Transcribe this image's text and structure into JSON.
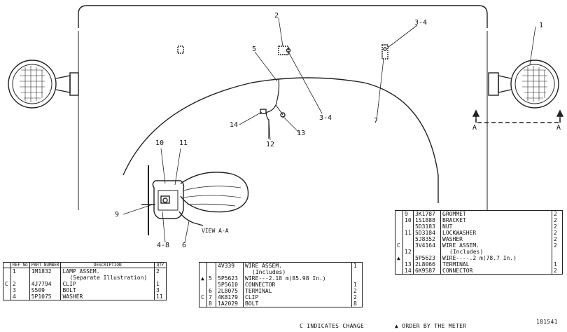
{
  "callouts": {
    "c1": "1",
    "c2": "2",
    "c3_4_top": "3-4",
    "c3_4_mid": "3-4",
    "c5": "5",
    "c7": "7",
    "c14": "14",
    "c13": "13",
    "c12": "12",
    "c10": "10",
    "c11": "11",
    "c9": "9",
    "c4_8": "4-8",
    "c6": "6",
    "view_label": "VIEW A-A",
    "section_a_left": "A",
    "section_a_right": "A"
  },
  "table_left": {
    "headers": {
      "ref": "REF NO",
      "part": "PART NUMBER",
      "desc": "DESCRIPTION",
      "qty": "QTY"
    },
    "rows": [
      {
        "mark": "",
        "ref": "1",
        "part": "1M1832",
        "desc": "LAMP ASSEM.",
        "qty": "2"
      },
      {
        "mark": "",
        "ref": "",
        "part": "",
        "desc": "(Separate Illustration)",
        "qty": ""
      },
      {
        "mark": "C",
        "ref": "2",
        "part": "4J7794",
        "desc": "CLIP",
        "qty": "1"
      },
      {
        "mark": "",
        "ref": "3",
        "part": "S509",
        "desc": "BOLT",
        "qty": "3"
      },
      {
        "mark": "",
        "ref": "4",
        "part": "5P1075",
        "desc": "WASHER",
        "qty": "11"
      }
    ]
  },
  "table_mid": {
    "rows": [
      {
        "mark": "",
        "ref": "",
        "part": "4V339",
        "desc": "WIRE ASSEM.",
        "qty": "1"
      },
      {
        "mark": "",
        "ref": "",
        "part": "",
        "desc": "(Includes)",
        "qty": ""
      },
      {
        "mark": "▲",
        "ref": "5",
        "part": "5P5623",
        "desc": "WIRE---2.18 m(85.98 In.)",
        "qty": ""
      },
      {
        "mark": "",
        "ref": "",
        "part": "5P5610",
        "desc": "CONNECTOR",
        "qty": "1"
      },
      {
        "mark": "",
        "ref": "6",
        "part": "2L8075",
        "desc": "TERMINAL",
        "qty": "2"
      },
      {
        "mark": "C",
        "ref": "7",
        "part": "4K8179",
        "desc": "CLIP",
        "qty": "2"
      },
      {
        "mark": "",
        "ref": "8",
        "part": "1A2029",
        "desc": "BOLT",
        "qty": "8"
      }
    ]
  },
  "table_right": {
    "rows": [
      {
        "mark": "",
        "ref": "9",
        "part": "3K1787",
        "desc": "GROMMET",
        "qty": "2"
      },
      {
        "mark": "",
        "ref": "10",
        "part": "1S1888",
        "desc": "BRACKET",
        "qty": "2"
      },
      {
        "mark": "",
        "ref": "",
        "part": "5D3183",
        "desc": "NUT",
        "qty": "2"
      },
      {
        "mark": "",
        "ref": "11",
        "part": "5D3184",
        "desc": "LOCKWASHER",
        "qty": "2"
      },
      {
        "mark": "",
        "ref": "",
        "part": "5J8352",
        "desc": "WASHER",
        "qty": "2"
      },
      {
        "mark": "C",
        "ref": "",
        "part": "3V4164",
        "desc": "WIRE ASSEM.",
        "qty": "2"
      },
      {
        "mark": "",
        "ref": "12",
        "part": "",
        "desc": "(Includes)",
        "qty": ""
      },
      {
        "mark": "▲",
        "ref": "",
        "part": "5P5623",
        "desc": "WIRE----.2 m(78.7 In.)",
        "qty": ""
      },
      {
        "mark": "",
        "ref": "13",
        "part": "2L8066",
        "desc": "TERMINAL",
        "qty": "1"
      },
      {
        "mark": "",
        "ref": "14",
        "part": "6K9587",
        "desc": "CONNECTOR",
        "qty": "2"
      }
    ]
  },
  "notes": {
    "change": "C INDICATES CHANGE",
    "order": "▲ ORDER BY THE METER",
    "illustration_number": "181541"
  }
}
